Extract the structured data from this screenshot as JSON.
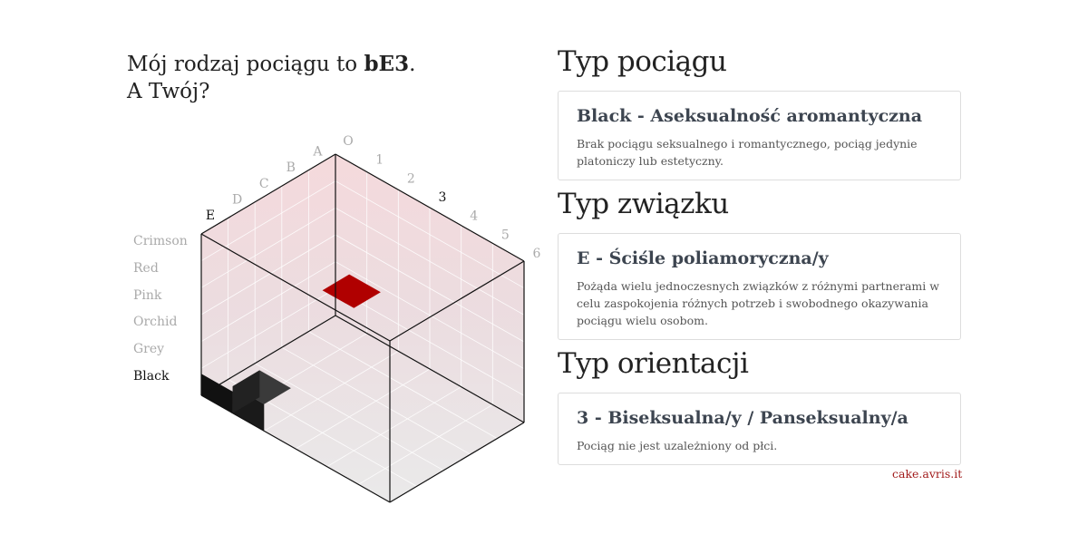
{
  "headline": {
    "line1_prefix": "Mój rodzaj pociągu to ",
    "line1_code": "bE3",
    "line1_suffix": ".",
    "line2": "A Twój?"
  },
  "cube": {
    "top_letters": [
      "A",
      "B",
      "C",
      "D",
      "E"
    ],
    "top_numbers": [
      "O",
      "1",
      "2",
      "3",
      "4",
      "5",
      "6"
    ],
    "active_letter": "E",
    "active_number": "3",
    "colors": [
      "Crimson",
      "Red",
      "Pink",
      "Orchid",
      "Grey",
      "Black"
    ],
    "active_color": "Black",
    "highlight_color": "#b00000",
    "block_color": "#1a1a1a"
  },
  "sections": [
    {
      "heading": "Typ pociągu",
      "title": "Black - Aseksualność aromantyczna",
      "description": "Brak pociągu seksualnego i romantycznego, pociąg jedynie platoniczy lub estetyczny."
    },
    {
      "heading": "Typ związku",
      "title": "E - Ściśle poliamoryczna/y",
      "description": "Pożąda wielu jednoczesnych związków z różnymi partnerami w celu zaspokojenia różnych potrzeb i swobodnego okazywania pociągu wielu osobom."
    },
    {
      "heading": "Typ orientacji",
      "title": "3 - Biseksualna/y / Panseksualny/a",
      "description": "Pociąg nie jest uzależniony od płci."
    }
  ],
  "site_link": "cake.avris.it",
  "accent_color": "#a11b1b"
}
